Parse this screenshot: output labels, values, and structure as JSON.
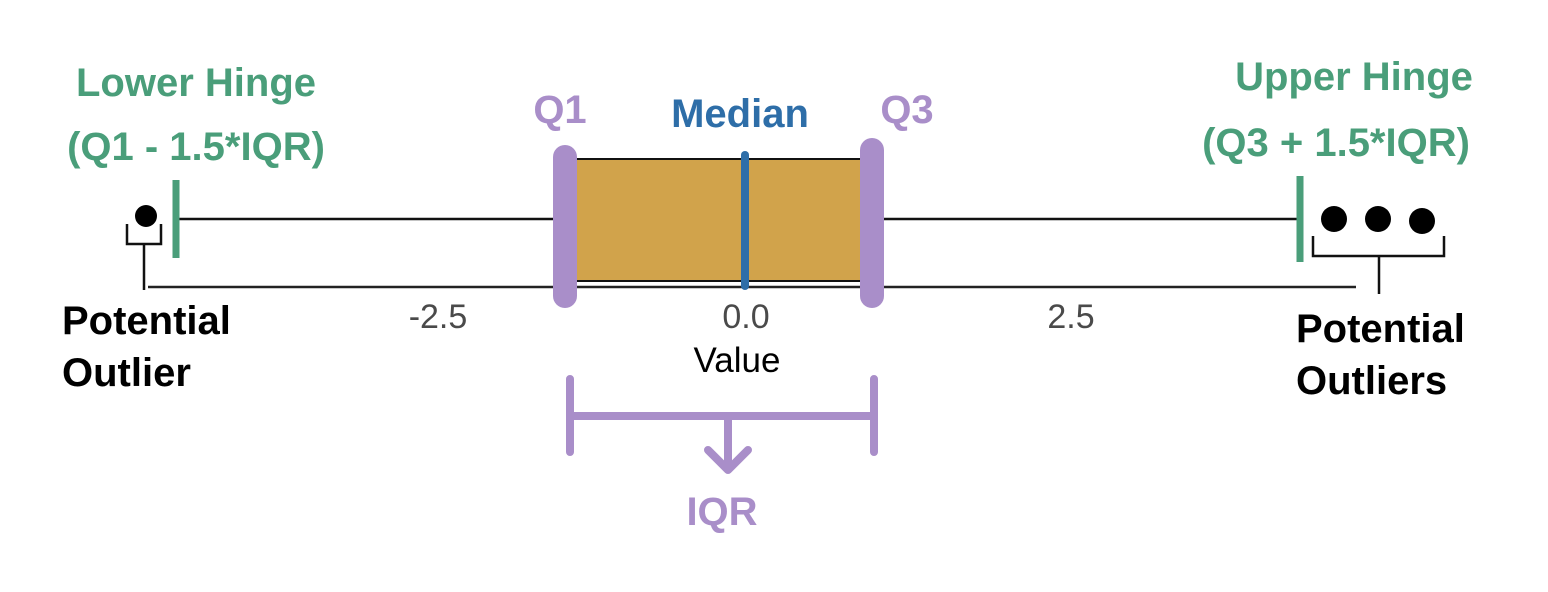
{
  "axis": {
    "title": "Value",
    "ticks": [
      "-2.5",
      "0.0",
      "2.5"
    ]
  },
  "labels": {
    "q1": "Q1",
    "median": "Median",
    "q3": "Q3",
    "lower_hinge_line1": "Lower Hinge",
    "lower_hinge_line2": "(Q1 - 1.5*IQR)",
    "upper_hinge_line1": "Upper Hinge",
    "upper_hinge_line2": "(Q3 + 1.5*IQR)",
    "left_outlier_line1": "Potential",
    "left_outlier_line2": "Outlier",
    "right_outliers_line1": "Potential",
    "right_outliers_line2": "Outliers",
    "iqr": "IQR"
  },
  "colors": {
    "box_fill": "#d1a34b",
    "quartile": "#a98ec9",
    "median": "#2e6ea8",
    "hinge": "#4a9e7a",
    "text": "#000000",
    "tick_text": "#4a4a4a",
    "axis": "#222222"
  }
}
